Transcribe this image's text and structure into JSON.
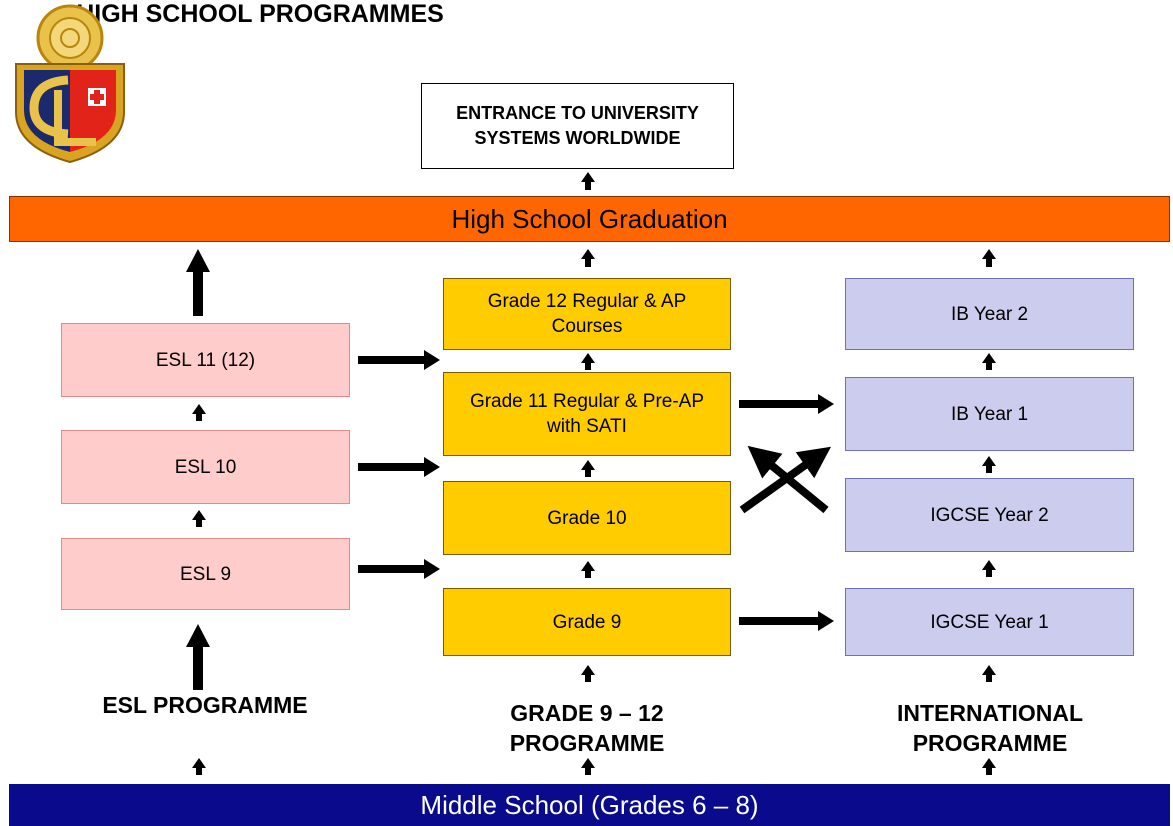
{
  "title": "HIGH SCHOOL PROGRAMMES",
  "logo": {
    "icon": "school-crest-icon",
    "colors": {
      "gold": "#d9a520",
      "red": "#e2231a",
      "blue": "#1a2a6c"
    }
  },
  "university_box": "ENTRANCE TO UNIVERSITY SYSTEMS WORLDWIDE",
  "graduation_band": "High School Graduation",
  "middle_school_band": "Middle School (Grades 6 – 8)",
  "columns": {
    "esl": {
      "label": "ESL PROGRAMME",
      "boxes": [
        "ESL 11 (12)",
        "ESL 10",
        "ESL 9"
      ]
    },
    "grade": {
      "label": "GRADE 9 – 12 PROGRAMME",
      "boxes": [
        "Grade 12 Regular & AP Courses",
        "Grade 11 Regular & Pre-AP with SATI",
        "Grade 10",
        "Grade 9"
      ]
    },
    "international": {
      "label": "INTERNATIONAL PROGRAMME",
      "boxes": [
        "IB Year 2",
        "IB Year 1",
        "IGCSE Year 2",
        "IGCSE Year 1"
      ]
    }
  },
  "colors": {
    "graduation": "#ff6600",
    "middle_school": "#0a0a8c",
    "esl": "#ffcccc",
    "grade": "#ffcc00",
    "international": "#ccccee"
  }
}
